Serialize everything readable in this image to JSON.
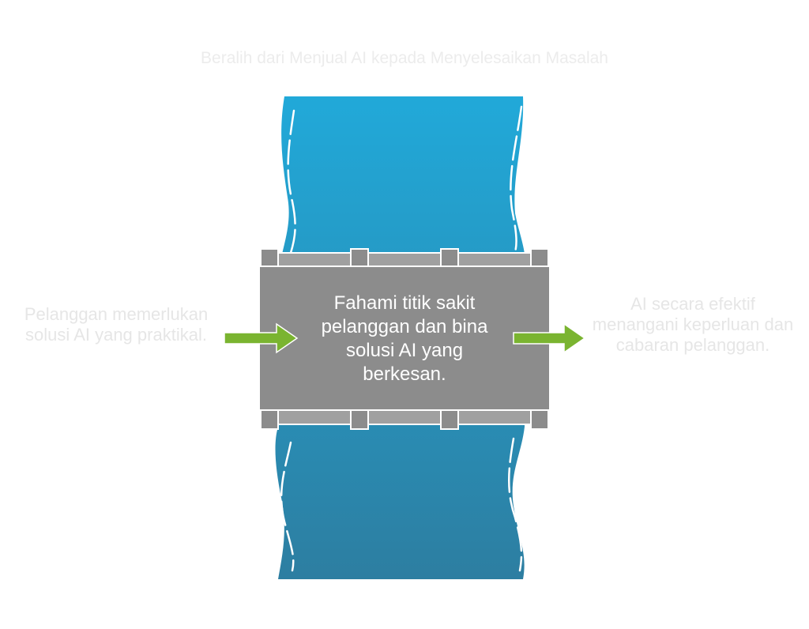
{
  "title": "Beralih dari Menjual AI kepada Menyelesaikan Masalah",
  "left_text": "Pelanggan memerlukan solusi AI yang praktikal.",
  "center_text": "Fahami titik sakit pelanggan dan bina solusi AI yang berkesan.",
  "right_text": "AI secara efektif menangani keperluan dan cabaran pelanggan.",
  "colors": {
    "river_top": "#21a9d9",
    "river_bottom": "#2d7ea1",
    "bridge": "#8c8c8c",
    "bridge_edge": "#a0a0a0",
    "arrow": "#7ab430"
  }
}
